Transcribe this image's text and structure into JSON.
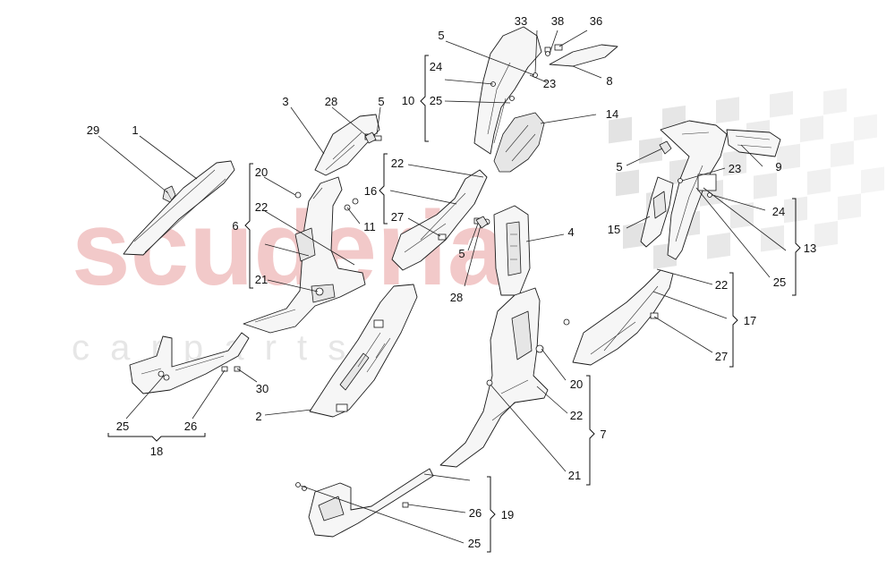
{
  "watermark": {
    "brand": "scuderia",
    "tagline": "c a r p a r t s",
    "brand_color": "#f2c9c9",
    "tagline_color": "#e6e6e6",
    "checker_color": "#d9d9d9"
  },
  "callouts": {
    "l1": "1",
    "l2": "2",
    "l3": "3",
    "l4": "4",
    "l5a": "5",
    "l5b": "5",
    "l5c": "5",
    "l5d": "5",
    "l6": "6",
    "l7": "7",
    "l8": "8",
    "l9": "9",
    "l10": "10",
    "l11": "11",
    "l13": "13",
    "l14": "14",
    "l15": "15",
    "l16": "16",
    "l17": "17",
    "l18": "18",
    "l19": "19",
    "l20a": "20",
    "l20b": "20",
    "l21a": "21",
    "l21b": "21",
    "l22a": "22",
    "l22b": "22",
    "l22c": "22",
    "l22d": "22",
    "l23a": "23",
    "l23b": "23",
    "l24a": "24",
    "l24b": "24",
    "l25a": "25",
    "l25b": "25",
    "l25c": "25",
    "l25d": "25",
    "l26a": "26",
    "l26b": "26",
    "l27a": "27",
    "l27b": "27",
    "l28a": "28",
    "l28b": "28",
    "l29": "29",
    "l30": "30",
    "l33": "33",
    "l36": "36",
    "l38": "38"
  }
}
